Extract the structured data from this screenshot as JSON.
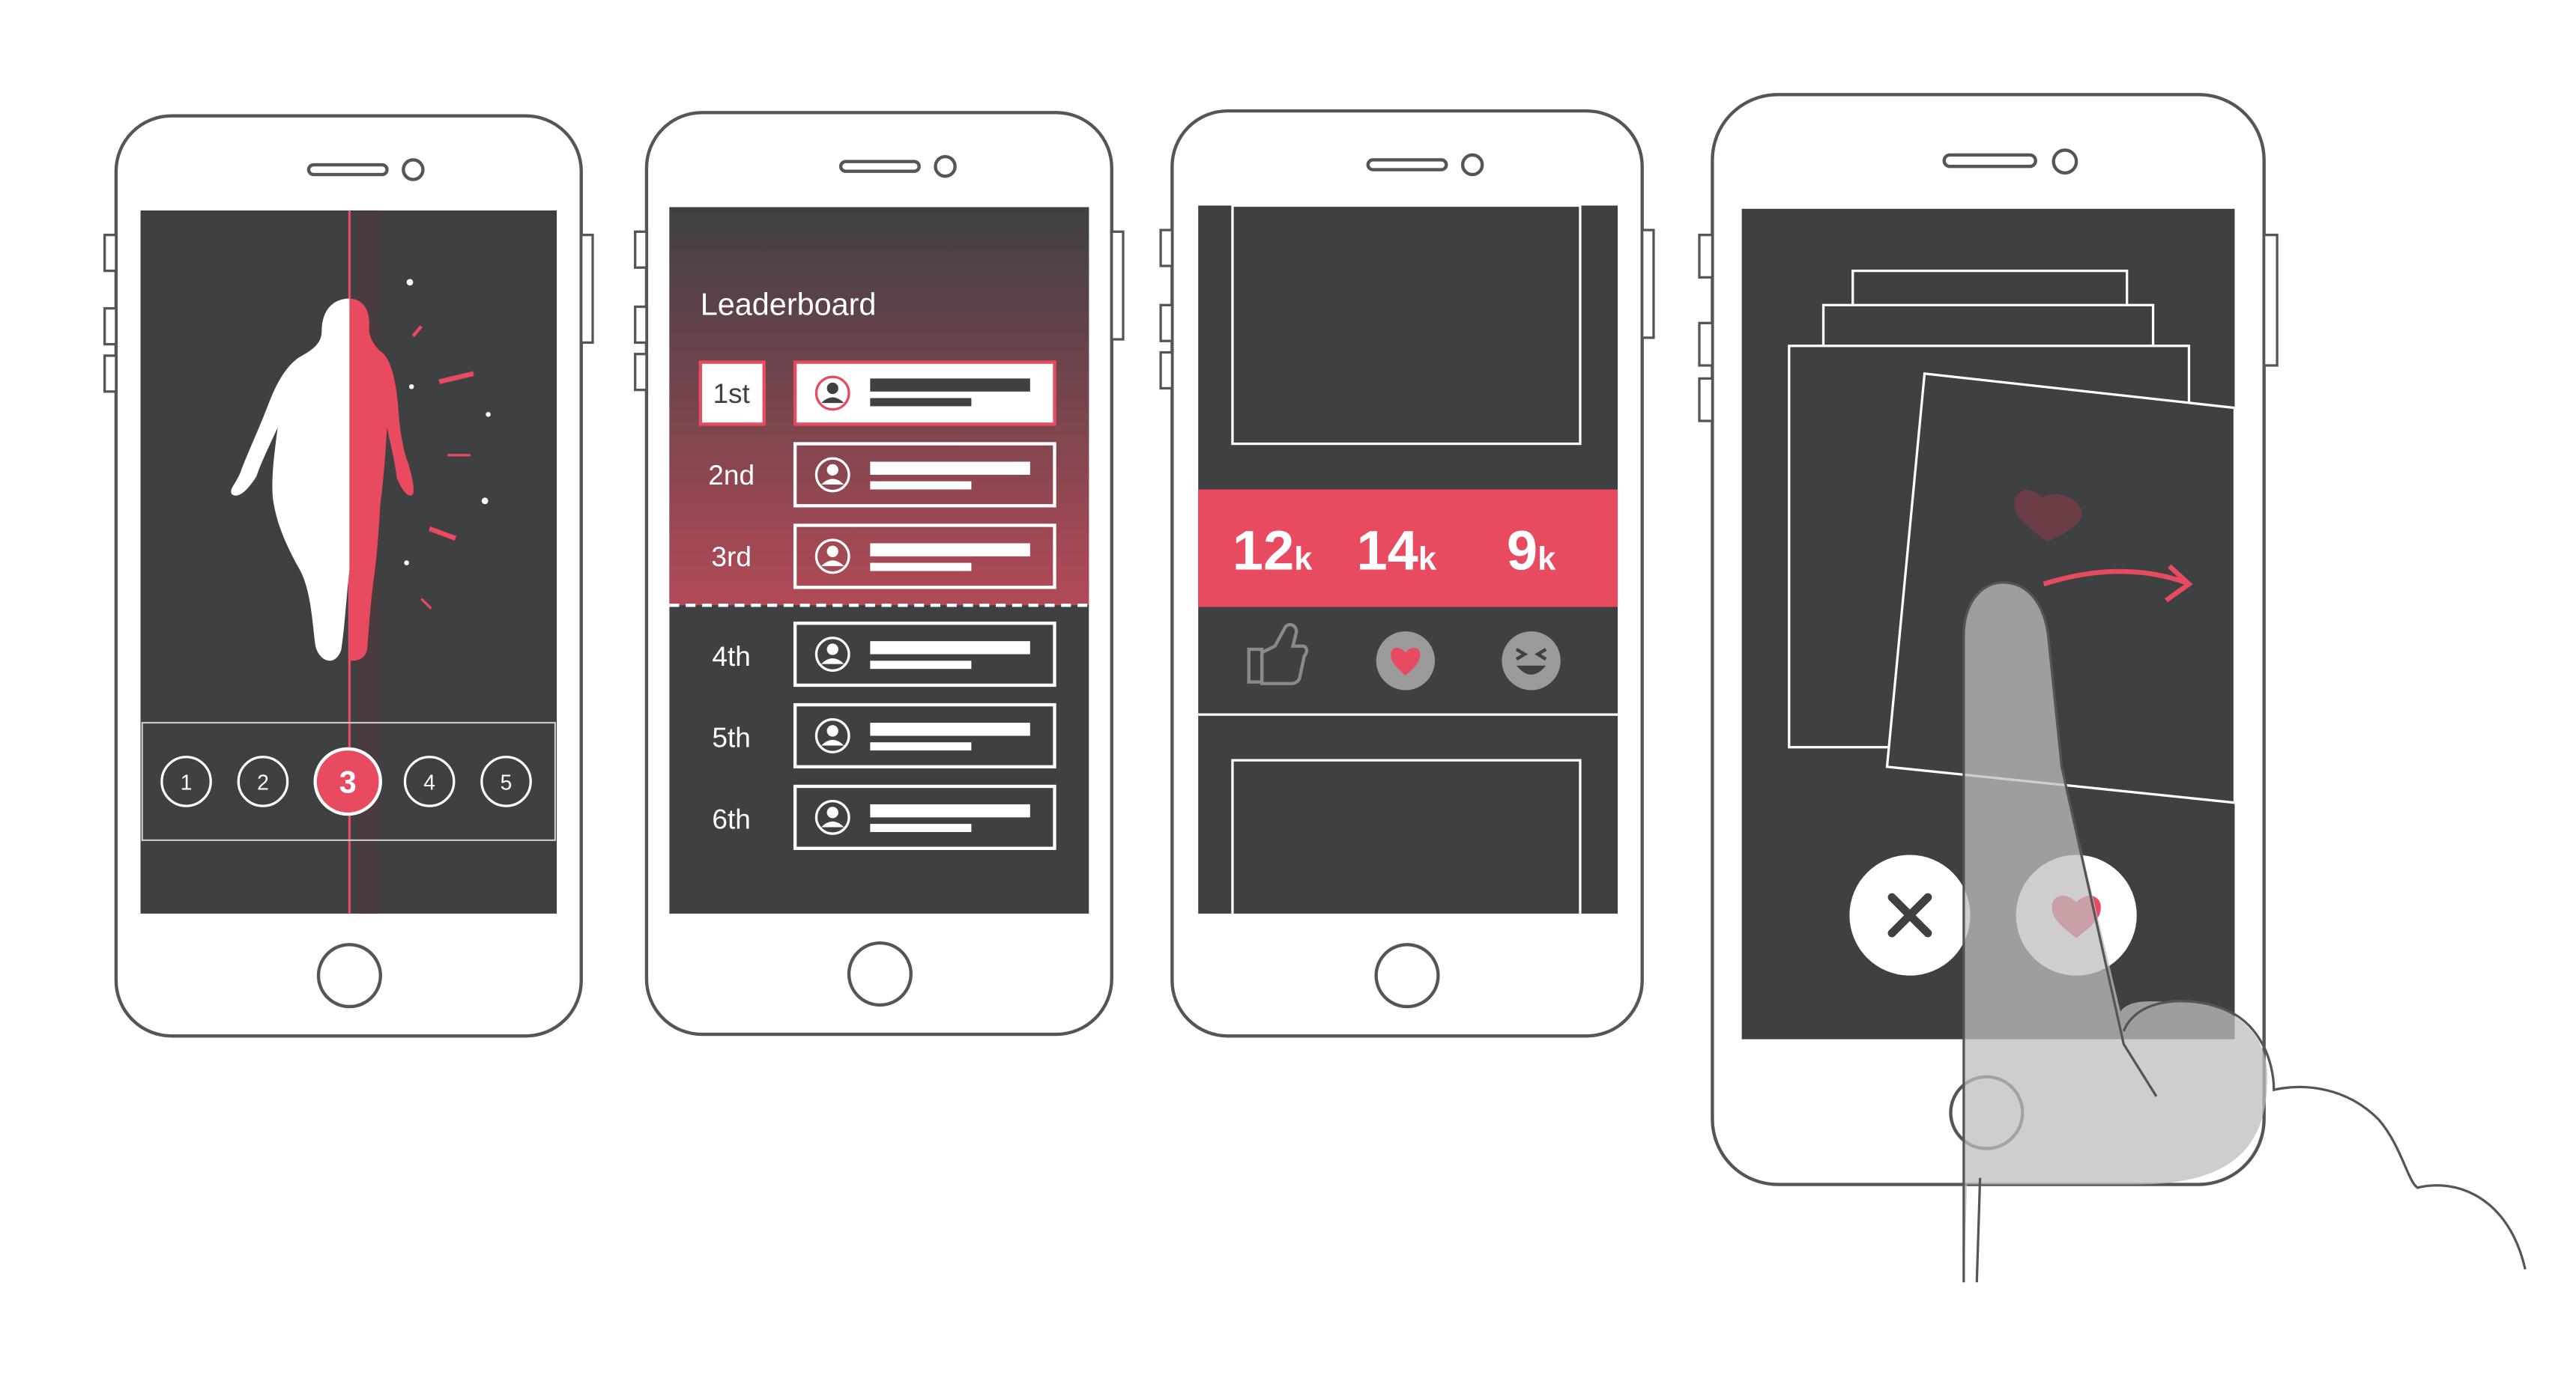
{
  "colors": {
    "screen": "#3f4042",
    "accent": "#e84a5f",
    "outline": "#555555",
    "white": "#ffffff",
    "gray": "#8a8a8a"
  },
  "screen1": {
    "selected_level": 3,
    "levels": [
      "1",
      "2",
      "3",
      "4",
      "5"
    ]
  },
  "screen2": {
    "title": "Leaderboard",
    "ranks": [
      "1st",
      "2nd",
      "3rd",
      "4th",
      "5th",
      "6th"
    ]
  },
  "screen3": {
    "counts": [
      {
        "num": "12",
        "unit": "k"
      },
      {
        "num": "14",
        "unit": "k"
      },
      {
        "num": "9",
        "unit": "k"
      }
    ],
    "reactions": [
      "thumbs-up-icon",
      "heart-icon",
      "laugh-icon"
    ]
  },
  "screen4": {
    "dislike_icon": "close-icon",
    "like_icon": "heart-icon"
  }
}
